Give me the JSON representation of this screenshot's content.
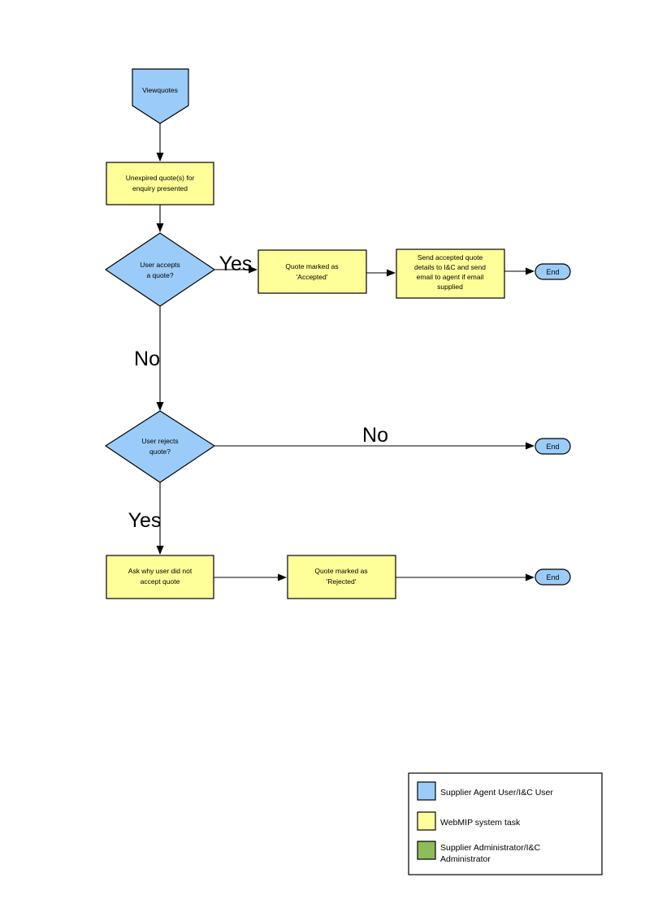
{
  "colors": {
    "user_role": "#9BCCF9",
    "system_task": "#FFFF99",
    "admin_role": "#8FBC5A",
    "outline": "#000000",
    "background": "#FFFFFF"
  },
  "nodes": {
    "start": {
      "label": "Viewquotes",
      "shape": "pentagon",
      "fill_key": "user_role"
    },
    "unexpired": {
      "label_line1": "Unexpired quote(s) for",
      "label_line2": "enquiry presented",
      "shape": "process",
      "fill_key": "system_task"
    },
    "decision_accept": {
      "label_line1": "User accepts",
      "label_line2": "a quote?",
      "shape": "decision",
      "fill_key": "user_role"
    },
    "quote_accepted": {
      "label_line1": "Quote  marked as",
      "label_line2": "'Accepted'",
      "shape": "process",
      "fill_key": "system_task"
    },
    "send_details": {
      "label_line1": "Send accepted quote",
      "label_line2": "details to I&C and send",
      "label_line3": "email to agent if email",
      "label_line4": "supplied",
      "shape": "process",
      "fill_key": "system_task"
    },
    "decision_reject": {
      "label_line1": "User rejects",
      "label_line2": "quote?",
      "shape": "decision",
      "fill_key": "user_role"
    },
    "ask_why": {
      "label_line1": "Ask why user did not",
      "label_line2": "accept quote",
      "shape": "process",
      "fill_key": "system_task"
    },
    "quote_rejected": {
      "label_line1": "Quote  marked as",
      "label_line2": "'Rejected'",
      "shape": "process",
      "fill_key": "system_task"
    },
    "end_top": {
      "label": "End",
      "shape": "terminator",
      "fill_key": "user_role"
    },
    "end_middle": {
      "label": "End",
      "shape": "terminator",
      "fill_key": "user_role"
    },
    "end_bottom": {
      "label": "End",
      "shape": "terminator",
      "fill_key": "user_role"
    }
  },
  "branch_labels": {
    "accept_yes": "Yes",
    "accept_no": "No",
    "reject_no": "No",
    "reject_yes": "Yes"
  },
  "legend": {
    "items": [
      {
        "swatch_key": "user_role",
        "label": "Supplier Agent User/I&C User"
      },
      {
        "swatch_key": "system_task",
        "label": "WebMIP system task"
      },
      {
        "swatch_key": "admin_role",
        "label_line1": "Supplier Administrator/I&C",
        "label_line2": "Administrator"
      }
    ]
  }
}
